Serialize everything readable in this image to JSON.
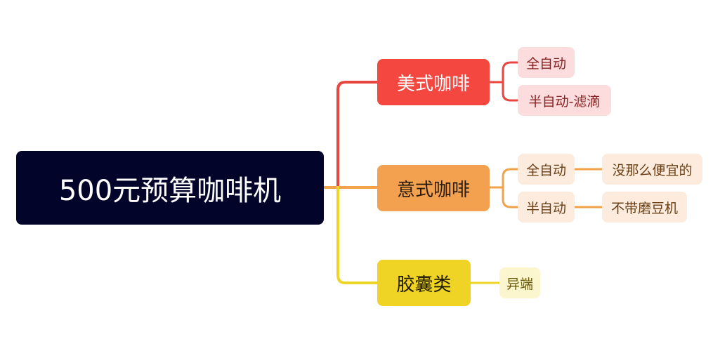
{
  "colors": {
    "root_bg": "#02042a",
    "red": "#ea4640",
    "orange": "#f2a24c",
    "yellow": "#eed628",
    "red_branch_bg": "#f4473f",
    "orange_branch_bg": "#f3a14f",
    "yellow_branch_bg": "#efd425",
    "red_leaf_bg": "#fcdcdc",
    "orange_leaf_bg": "#fdecde",
    "yellow_leaf_bg": "#fcf6cf",
    "red_leaf_text": "#8a2121",
    "orange_leaf_text": "#6b3f15",
    "yellow_leaf_text": "#6a5a08"
  },
  "mindmap": {
    "root": {
      "label": "500元预算咖啡机"
    },
    "branches": [
      {
        "label": "美式咖啡",
        "children": [
          {
            "label": "全自动"
          },
          {
            "label": "半自动-滤滴"
          }
        ]
      },
      {
        "label": "意式咖啡",
        "children": [
          {
            "label": "全自动",
            "children": [
              {
                "label": "没那么便宜的"
              }
            ]
          },
          {
            "label": "半自动",
            "children": [
              {
                "label": "不带磨豆机"
              }
            ]
          }
        ]
      },
      {
        "label": "胶囊类",
        "children": [
          {
            "label": "异端"
          }
        ]
      }
    ]
  }
}
